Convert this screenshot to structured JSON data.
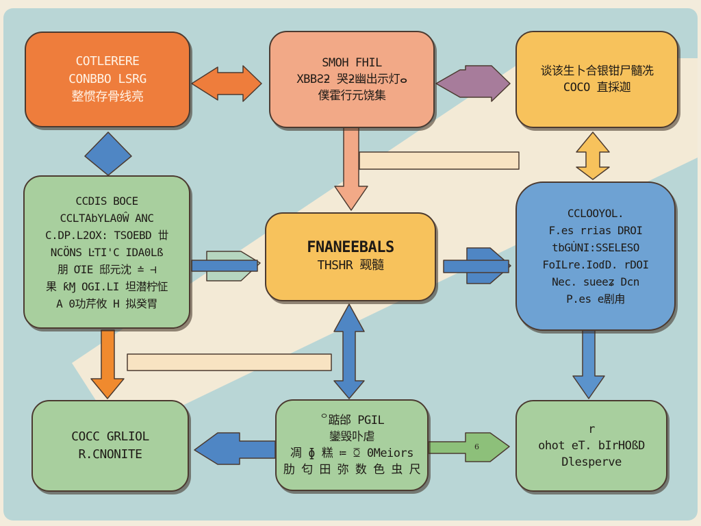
{
  "diagram": {
    "type": "flowchart",
    "colors": {
      "background": "#f3ecdc",
      "panel": "#b9d6d6",
      "band": "#f3ead6",
      "orange": "#ee7d3c",
      "peach": "#f2a987",
      "yellow": "#f7c25c",
      "green": "#a8cf9e",
      "blue": "#6ea2d3",
      "purple": "#a77c9b",
      "outline": "#4b3a30"
    },
    "nodes": [
      {
        "id": "top-left",
        "color": "orange",
        "lines": [
          "COTLERERE",
          "CONBBO LSRG",
          "整惯存骨线亮"
        ]
      },
      {
        "id": "top-center",
        "color": "peach",
        "lines": [
          "SMOH FHIL",
          "XBBƧƻ 哭ƻ幽出示灯ⴰ",
          "僕霍行元饶集"
        ]
      },
      {
        "id": "top-right",
        "color": "yellow",
        "lines": [
          "谈该生卜合银钳尸髓冼",
          "COCO 直採迦"
        ]
      },
      {
        "id": "mid-left",
        "color": "green",
        "lines": [
          "CCDIS BOCE",
          "CCLTAbYLA0Ŵ ANC",
          "C.DP.L2OX: TSOEBD 丗",
          "NCÖNS ĿTI'C IDA0Lß",
          "朋 ƠIE 邸元沈 ≐ ⊣",
          "果 ƙⱮ OGI.LI 坦潜柠怔",
          "A 0功芹攸 H 拟癸胃"
        ]
      },
      {
        "id": "mid-center",
        "color": "yellow",
        "lines": [
          "FNANEEBALS",
          "THSHR 觋髓"
        ]
      },
      {
        "id": "mid-right",
        "color": "blue",
        "lines": [
          "CCLOOYOL.",
          "F.es rrias DROI",
          "tbGU̇NI:SSELESO",
          "FoILre.IoɗD. rDOI",
          "Nec. sueeʑ Dcn",
          "P.es e剧甪"
        ]
      },
      {
        "id": "bottom-left",
        "color": "green",
        "lines": [
          "COCC GRLIOL",
          "R.CNONITE"
        ]
      },
      {
        "id": "bottom-center",
        "color": "green",
        "lines": [
          "꒪踮邰 PGIL",
          "鑾毁卟虐",
          "凋 ɸ 糕 ≔ ꗞ 0Meiors",
          "肋 匂 田 弥 数 色 虫 尺"
        ]
      },
      {
        "id": "bottom-right",
        "color": "green",
        "lines": [
          "r",
          "ohot eT. bIrHOßD",
          "Dlesperve"
        ]
      }
    ],
    "edges": [
      {
        "from": "top-left",
        "to": "top-center",
        "style": "block-arrow",
        "color": "orange",
        "direction": "bidirectional"
      },
      {
        "from": "top-center",
        "to": "top-right",
        "style": "block-arrow",
        "color": "purple",
        "direction": "bidirectional"
      },
      {
        "from": "mid-left",
        "to": "top-left",
        "style": "diamond",
        "color": "blue",
        "direction": "bidirectional"
      },
      {
        "from": "top-center",
        "to": "mid-center",
        "style": "arrow",
        "color": "peach",
        "direction": "forward"
      },
      {
        "from": "mid-right",
        "to": "top-right",
        "style": "arrow",
        "color": "yellow",
        "direction": "bidirectional"
      },
      {
        "from": "mid-left",
        "to": "mid-center",
        "style": "block-arrow",
        "color": "blue",
        "direction": "forward"
      },
      {
        "from": "mid-center",
        "to": "mid-right",
        "style": "block-arrow",
        "color": "blue",
        "direction": "forward"
      },
      {
        "from": "mid-left",
        "to": "bottom-left",
        "style": "arrow",
        "color": "orange",
        "direction": "forward"
      },
      {
        "from": "mid-center",
        "to": "bottom-center",
        "style": "arrow",
        "color": "blue",
        "direction": "bidirectional"
      },
      {
        "from": "mid-right",
        "to": "bottom-right",
        "style": "arrow",
        "color": "blue",
        "direction": "forward"
      },
      {
        "from": "bottom-center",
        "to": "bottom-left",
        "style": "block-arrow",
        "color": "blue",
        "direction": "forward"
      },
      {
        "from": "bottom-center",
        "to": "bottom-right",
        "style": "block-arrow",
        "color": "green",
        "direction": "forward",
        "label": "6"
      }
    ],
    "decorative_bars": [
      {
        "id": "upper-bar",
        "color": "band"
      },
      {
        "id": "lower-bar",
        "color": "band"
      }
    ]
  }
}
